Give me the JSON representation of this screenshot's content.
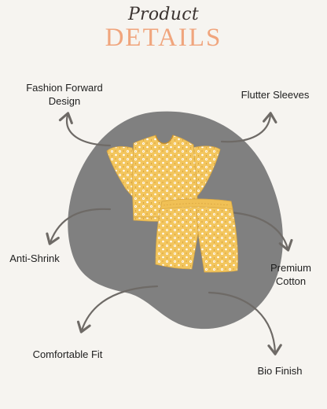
{
  "header": {
    "script_title": "Product",
    "main_title": "DETAILS"
  },
  "features": {
    "fashion_forward": "Fashion Forward Design",
    "flutter_sleeves": "Flutter Sleeves",
    "anti_shrink": "Anti-Shrink",
    "premium_cotton": "Premium Cotton",
    "comfortable_fit": "Comfortable Fit",
    "bio_finish": "Bio Finish"
  },
  "colors": {
    "background": "#f6f4f0",
    "blob": "#808080",
    "arrow": "#6e6a66",
    "accent_title": "#f0a57d",
    "fabric": "#f3c65e"
  }
}
